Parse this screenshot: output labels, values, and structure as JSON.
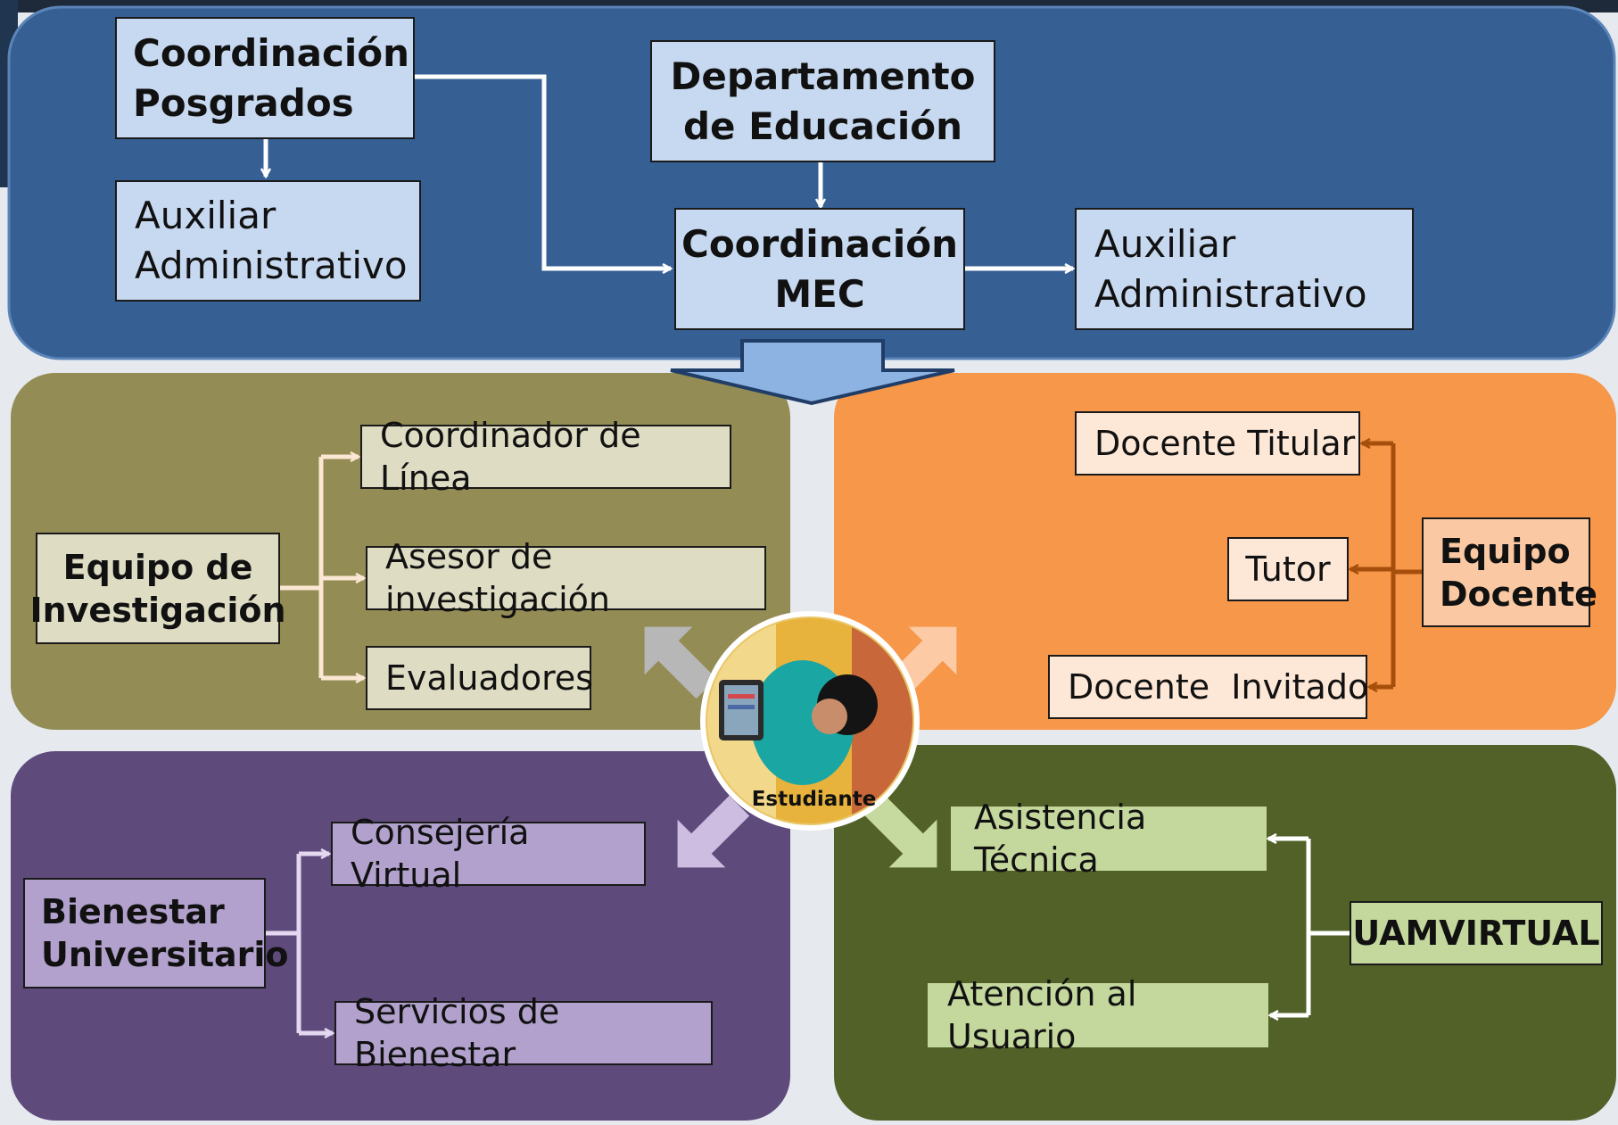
{
  "top": {
    "coordinacion_posgrados": [
      "Coordinación",
      "Posgrados"
    ],
    "auxiliar_1": [
      "Auxiliar",
      "Administrativo"
    ],
    "departamento": [
      "Departamento",
      "de Educación"
    ],
    "coordinacion_mec": [
      "Coordinación",
      "MEC"
    ],
    "auxiliar_2": [
      "Auxiliar",
      "Administrativo"
    ]
  },
  "investigacion": {
    "equipo": [
      "Equipo de",
      "Investigación"
    ],
    "coordinador": "Coordinador de Línea",
    "asesor": "Asesor de investigación",
    "evaluadores": "Evaluadores"
  },
  "docente": {
    "equipo": [
      "Equipo",
      "Docente"
    ],
    "titular": "Docente Titular",
    "tutor": "Tutor",
    "invitado": "Docente  Invitado"
  },
  "bienestar": {
    "equipo": [
      "Bienestar",
      "Universitario"
    ],
    "consejeria": "Consejería Virtual",
    "servicios": "Servicios de Bienestar"
  },
  "uamvirtual": {
    "equipo": "UAMVIRTUAL",
    "asistencia": "Asistencia Técnica",
    "atencion": "Atención al Usuario"
  },
  "center": {
    "label": "Estudiante"
  },
  "colors": {
    "top_panel": "#365f93",
    "investigacion_panel": "#948c55",
    "docente_panel": "#f6974a",
    "bienestar_panel": "#5f4a7c",
    "uamvirtual_panel": "#516128"
  }
}
